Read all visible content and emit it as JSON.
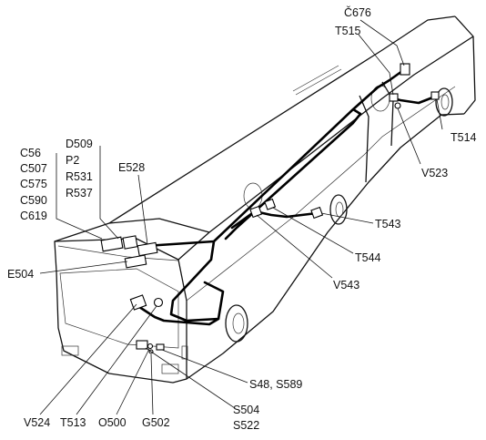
{
  "labels": {
    "c676": "Č676",
    "t515": "T515",
    "t514": "T514",
    "v523": "V523",
    "e528": "E528",
    "d509": "D509",
    "p2": "P2",
    "r531": "R531",
    "r537": "R537",
    "c56": "C56",
    "c507": "C507",
    "c575": "C575",
    "c590": "C590",
    "c619": "C619",
    "t543": "T543",
    "t544": "T544",
    "v543": "V543",
    "e504": "E504",
    "s48_s589": "S48, S589",
    "s504": "S504",
    "s522": "S522",
    "v524": "V524",
    "t513": "T513",
    "o500": "O500",
    "g502": "G502"
  }
}
